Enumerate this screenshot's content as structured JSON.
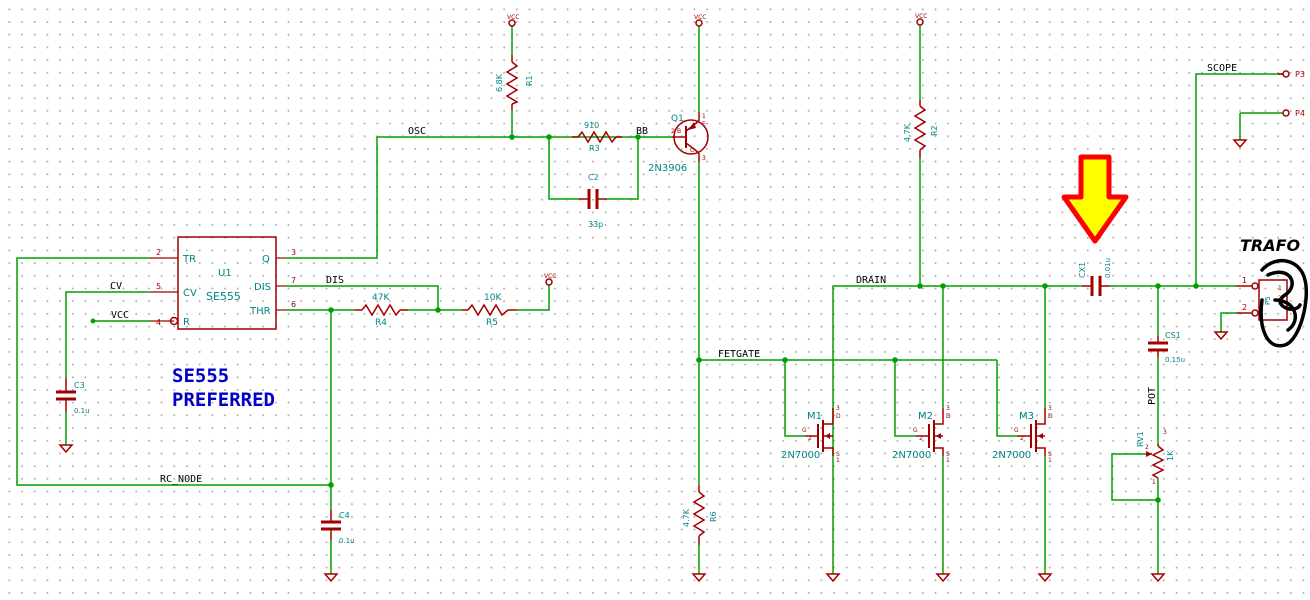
{
  "nets": {
    "osc": "OSC",
    "bb": "BB",
    "dis": "DIS",
    "cv": "CV",
    "vcc": "VCC",
    "rc_node": "RC_NODE",
    "fetgate": "FETGATE",
    "drain": "DRAIN",
    "scope": "SCOPE",
    "pot": "POT"
  },
  "power_label": "VCC",
  "u1": {
    "ref": "U1",
    "value": "SE555",
    "pins": {
      "tr": "TR",
      "cv": "CV",
      "r": "R",
      "q": "Q",
      "dis": "DIS",
      "thr": "THR"
    },
    "pin_numbers": {
      "tr": "2",
      "cv": "5",
      "r": "4",
      "q": "3",
      "dis": "7",
      "thr": "6"
    }
  },
  "r1": {
    "ref": "R1",
    "value": "6.8K"
  },
  "r2": {
    "ref": "R2",
    "value": "4.7K"
  },
  "r3": {
    "ref": "R3",
    "value": "910"
  },
  "r4": {
    "ref": "R4",
    "value": "47K"
  },
  "r5": {
    "ref": "R5",
    "value": "10K"
  },
  "r6": {
    "ref": "R6",
    "value": "4.7K"
  },
  "c2": {
    "ref": "C2",
    "value": "33p"
  },
  "c3": {
    "ref": "C3",
    "value": "0.1u"
  },
  "c4": {
    "ref": "C4",
    "value": "0.1u"
  },
  "cs1": {
    "ref": "CS1",
    "value": "0.15u"
  },
  "cx1": {
    "ref": "CX1",
    "value": "0.01u"
  },
  "q1": {
    "ref": "Q1",
    "value": "2N3906",
    "pins": {
      "e": "E",
      "b": "B",
      "c": "C",
      "pe": "1",
      "pb": "2",
      "pc": "3"
    }
  },
  "mosfets": [
    {
      "ref": "M1",
      "value": "2N7000"
    },
    {
      "ref": "M2",
      "value": "2N7000"
    },
    {
      "ref": "M3",
      "value": "2N7000"
    }
  ],
  "mosfet_pins": {
    "g": "G",
    "d": "D",
    "s": "S",
    "pg": "2",
    "pd": "3",
    "ps": "1"
  },
  "rv1": {
    "ref": "RV1",
    "value": "1K",
    "pin1": "1",
    "pin2": "2",
    "pin3": "3"
  },
  "p5": {
    "ref": "P5",
    "value": "IN",
    "pin1": "1",
    "pin2": "2"
  },
  "p3": {
    "ref": "P3"
  },
  "p4": {
    "ref": "P4"
  },
  "note": {
    "line1": "SE555",
    "line2": "PREFERRED"
  },
  "trafo_label": "TRAFO",
  "colors": {
    "wire": "#00a000",
    "component": "#a00000",
    "reference": "#008484",
    "note": "#0000c8",
    "arrow_fill": "#ffff00",
    "arrow_outline": "#ff0000"
  }
}
